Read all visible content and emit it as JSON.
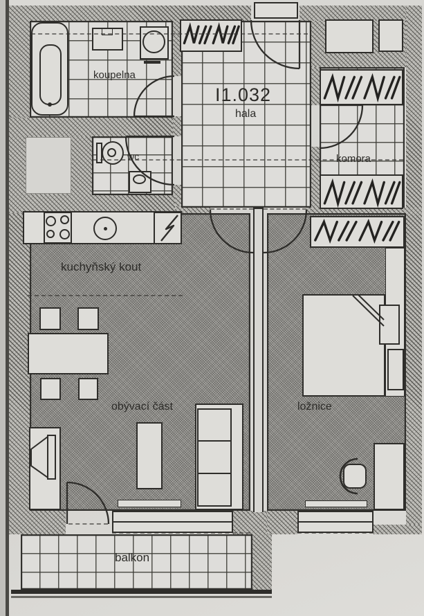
{
  "plan": {
    "unit_number": "I1.032",
    "labels": {
      "bathroom": "koupelna",
      "wc": "wc",
      "hall": "hala",
      "storage": "komora",
      "kitchen": "kuchyňský kout",
      "living": "obývací část",
      "bedroom": "ložnice",
      "balcony": "balkon"
    },
    "symbols": [
      "bathtub",
      "washing-machine",
      "washbasin",
      "toilet",
      "stove-burners",
      "kitchen-sink",
      "fridge",
      "dining-table",
      "chair",
      "tv",
      "shelf-table",
      "sofa",
      "bed",
      "nightstand",
      "wardrobe-hanging-rail",
      "armchair",
      "desk",
      "door-swing",
      "window",
      "duct-shaft",
      "balcony-railing"
    ],
    "colors": {
      "paper": "#d7d6d2",
      "wall_hatch": "#bdbcb7",
      "carpet": "#a9a8a4",
      "tile": "#deddda",
      "outline": "#2e2d2a"
    }
  }
}
